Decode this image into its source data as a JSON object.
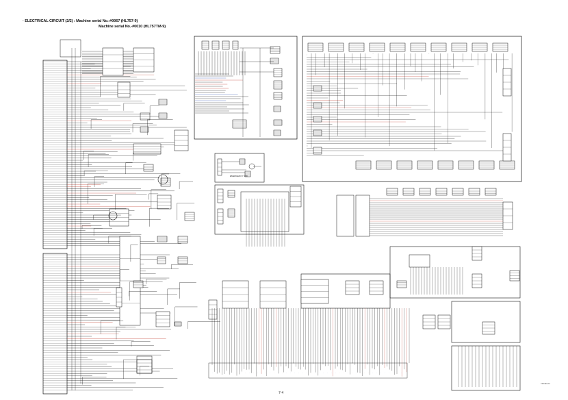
{
  "document": {
    "title_line1": "· ELECTRICAL CIRCUIT (2/2) : Machine serial No.-#0067 (HL757-9)",
    "title_line2": "Machine serial No.-#0010 (HL757TM-9)",
    "emergency_label": "EMERGENCY S/W",
    "page_number": "7-4",
    "doc_code": "7404EL04"
  },
  "colors": {
    "line": "#111111",
    "wire_red": "#c0392b",
    "wire_blue": "#2a4fb0"
  }
}
